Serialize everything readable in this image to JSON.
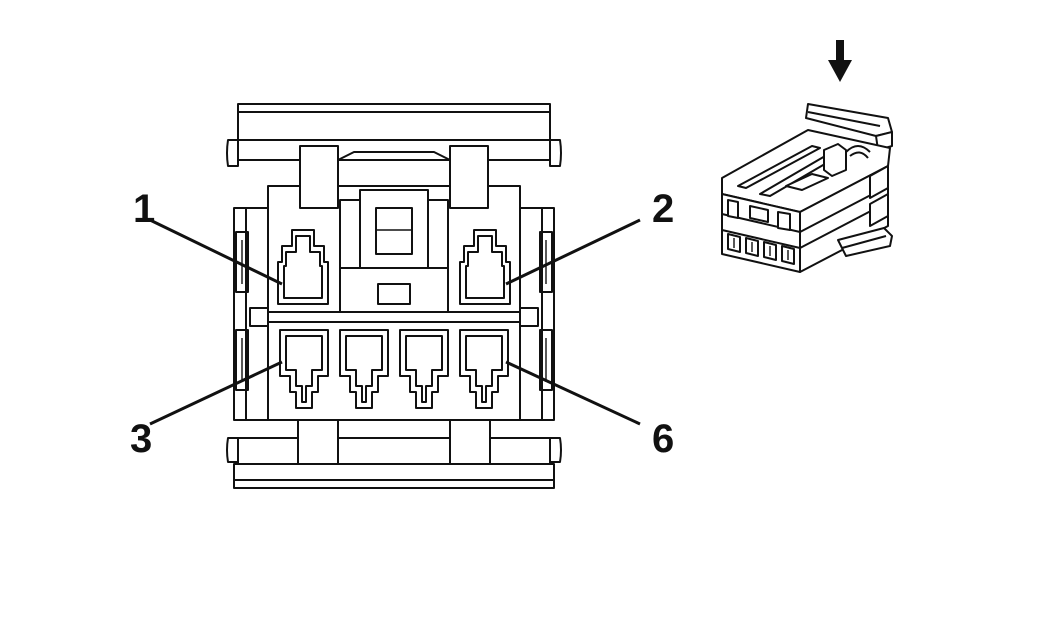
{
  "diagram": {
    "pin_labels": {
      "pin_1": "1",
      "pin_2": "2",
      "pin_3": "3",
      "pin_6": "6"
    },
    "colors": {
      "line": "#111111",
      "background": "#ffffff"
    },
    "icons": {
      "insertion_direction": "arrow-down-icon"
    }
  }
}
